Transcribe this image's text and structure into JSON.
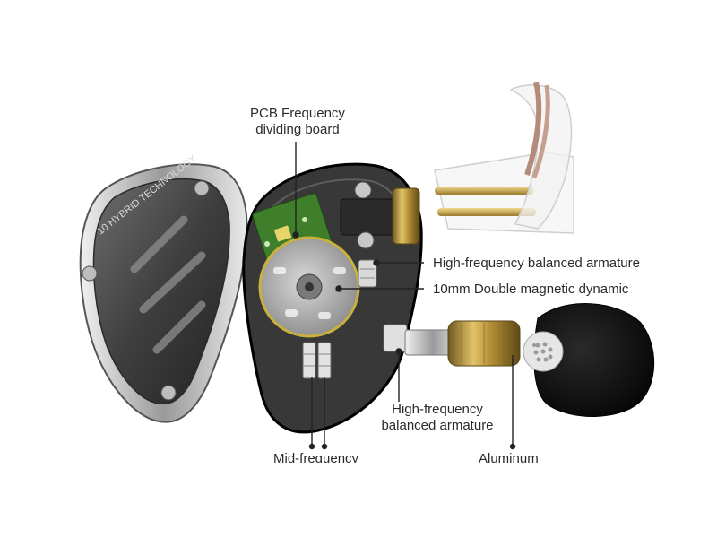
{
  "labels": {
    "pcb": [
      "PCB Frequency",
      "dividing board"
    ],
    "hf_ba_top": "High-frequency balanced armature",
    "dynamic": "10mm Double magnetic dynamic",
    "hf_ba_bottom": [
      "High-frequency",
      "balanced armature"
    ],
    "mid": "Mid-frequency",
    "aluminum": "Aluminum"
  },
  "engravings": {
    "faceplate": "10 HYBRID TECHNOLOGY"
  },
  "colors": {
    "shell": "#1c1c1c",
    "faceplate": "#4a4a4a",
    "pcb": "#3f7f2c",
    "gold": "#c9a44a",
    "cable": "#b48a7a",
    "label_text": "#2b2b2b",
    "leader": "#222222"
  }
}
